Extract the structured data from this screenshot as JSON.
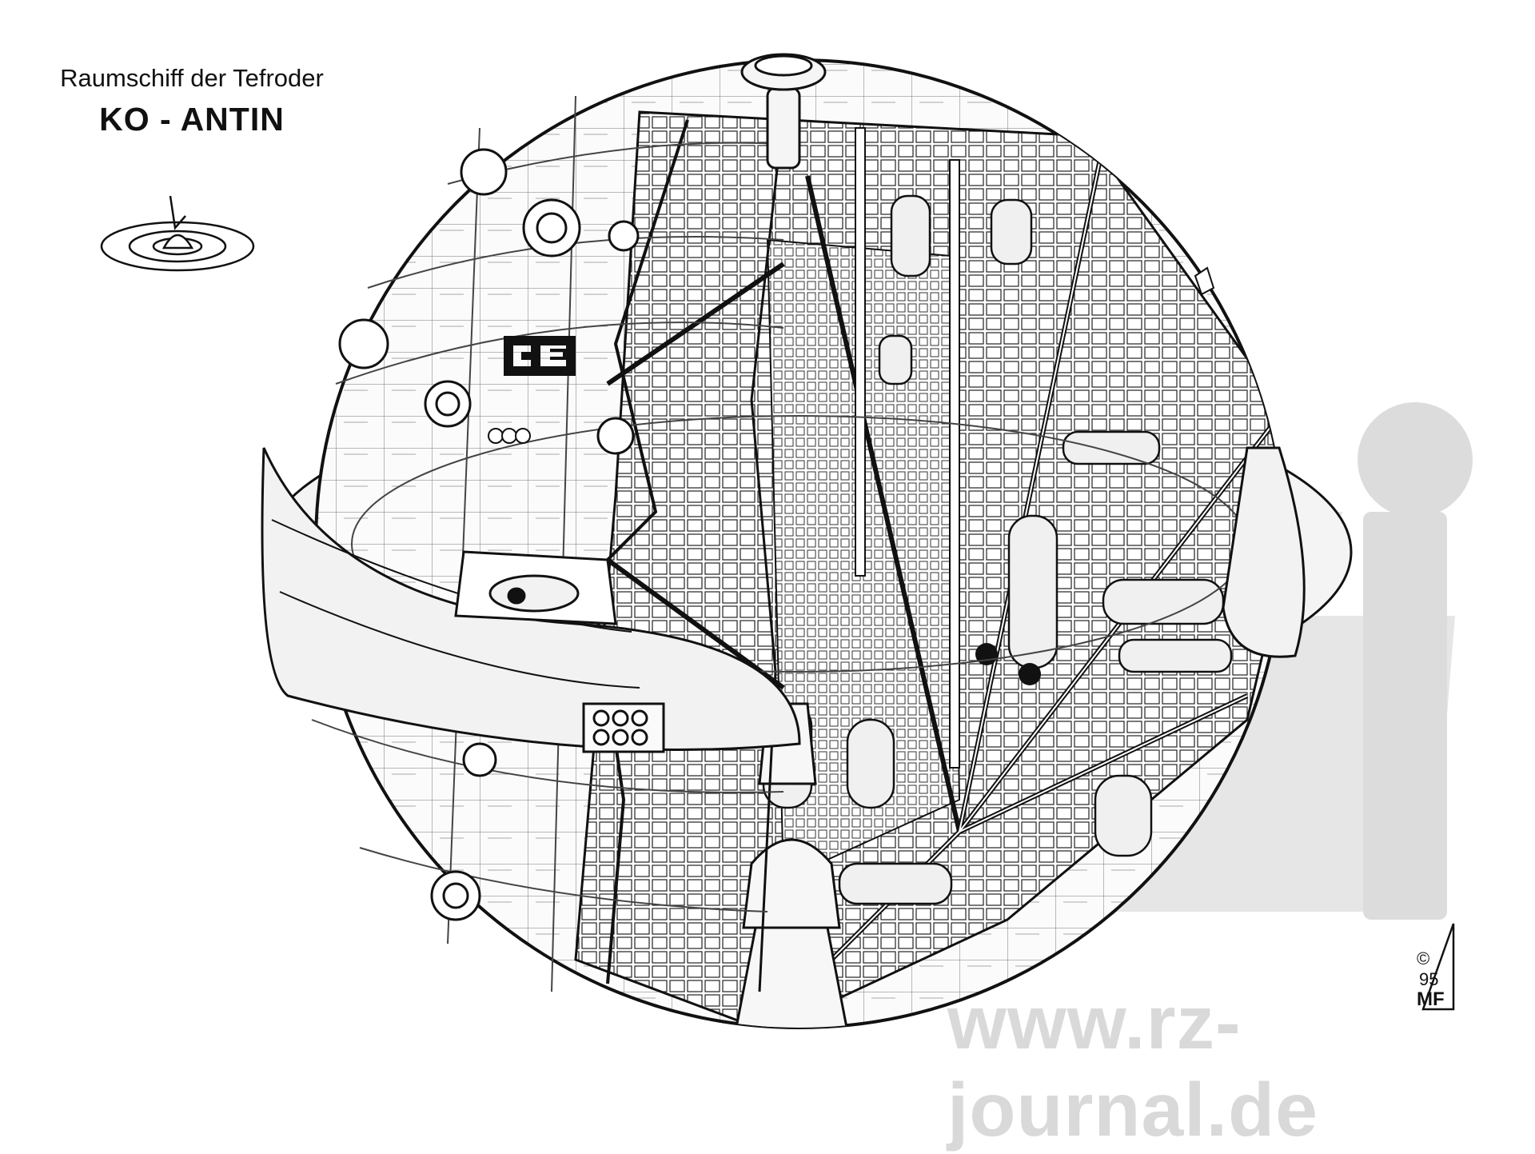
{
  "title": {
    "line1": "Raumschiff der Tefroder",
    "line2": "KO - ANTIN"
  },
  "watermark": {
    "text": "www.rz-journal.de"
  },
  "signature": {
    "copyright": "©",
    "year": "95",
    "initials": "MF"
  }
}
